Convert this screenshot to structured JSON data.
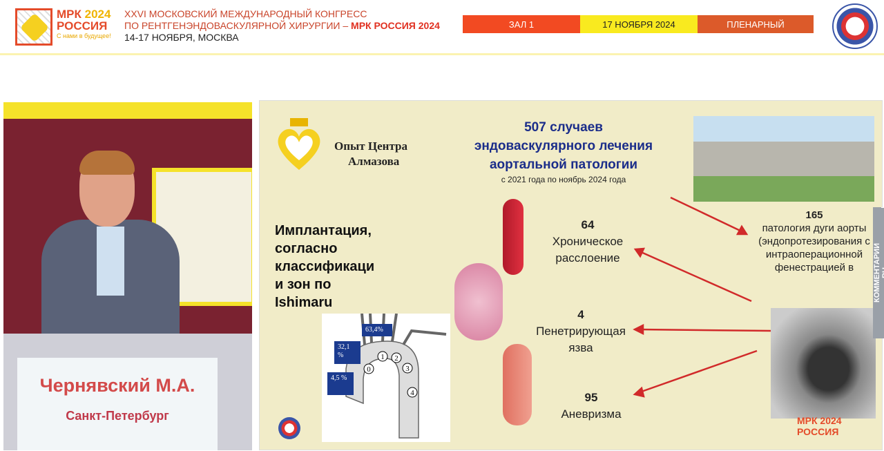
{
  "header": {
    "brand": {
      "line1": "МРК",
      "year": "2024",
      "line2": "РОССИЯ",
      "slogan": "С нами в будущее!"
    },
    "title_line1": "XXVI МОСКОВСКИЙ МЕЖДУНАРОДНЫЙ КОНГРЕСС",
    "title_line2": "ПО РЕНТГЕНЭНДОВАСКУЛЯРНОЙ ХИРУРГИИ –",
    "title_highlight": "МРК РОССИЯ 2024",
    "dates": "14-17 НОЯБРЯ, МОСКВА",
    "bars": [
      {
        "label": "ЗАЛ 1",
        "color": "#f24a22"
      },
      {
        "label": "17 НОЯБРЯ 2024",
        "color": "#f9ea1f"
      },
      {
        "label": "ПЛЕНАРНЫЙ",
        "color": "#dc5a2a"
      }
    ]
  },
  "video": {
    "speaker": "Чернявский М.А.",
    "city": "Санкт-Петербург"
  },
  "slide": {
    "center_logo_text": [
      "Опыт Центра",
      "Алмазова"
    ],
    "headline": [
      "507 случаев",
      "эндоваскулярного лечения",
      "аортальной патологии"
    ],
    "subhead": "с 2021 года по ноябрь 2024 года",
    "implant_text": [
      "Имплантация,",
      "согласно",
      "классификаци",
      "и зон по",
      "Ishimaru"
    ],
    "diagram": {
      "boxes": [
        "63,4%",
        "32,1 %",
        "4,5 %"
      ],
      "zones": [
        "0",
        "1",
        "2",
        "3",
        "4"
      ]
    },
    "categories": [
      {
        "count": "64",
        "label": [
          "Хроническое",
          "расслоение"
        ]
      },
      {
        "count": "4",
        "label": [
          "Пенетрирующая",
          "язва"
        ]
      },
      {
        "count": "95",
        "label": [
          "Аневризма"
        ]
      }
    ],
    "arch": {
      "count": "165",
      "label": "патология дуги аорты (эндопротезирования с интраоперационной фенестрацией в"
    },
    "watermark": [
      "МРК 2024",
      "РОССИЯ"
    ],
    "accent": "#d12a2a"
  },
  "side_tabs": [
    "КОММЕНТАРИИ",
    "RU"
  ]
}
